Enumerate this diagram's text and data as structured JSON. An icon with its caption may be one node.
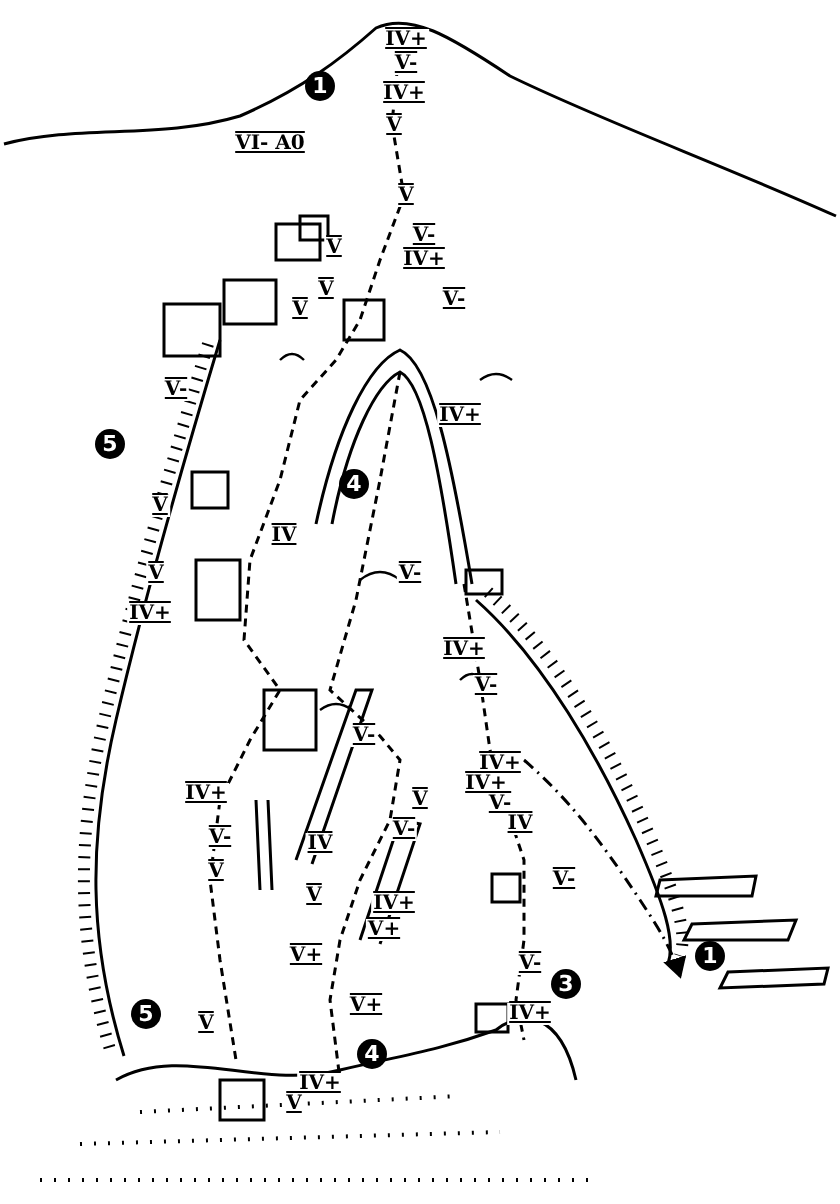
{
  "diagram": {
    "labels": [
      "IV+",
      "V-",
      "1",
      "IV+",
      "V",
      "VI- A0",
      "V",
      "V-",
      "V",
      "IV+",
      "V",
      "V-",
      "V",
      "V-",
      "IV+",
      "5",
      "4",
      "V",
      "IV",
      "V",
      "V-",
      "IV+",
      "IV+",
      "V-",
      "V-",
      "IV+",
      "IV+",
      "IV+",
      "V-",
      "V",
      "IV",
      "V-",
      "V-",
      "IV",
      "V",
      "V-",
      "V",
      "IV+",
      "V+",
      "V+",
      "1",
      "V-",
      "3",
      "V+",
      "IV+",
      "5",
      "V",
      "4",
      "IV+",
      "V"
    ]
  }
}
